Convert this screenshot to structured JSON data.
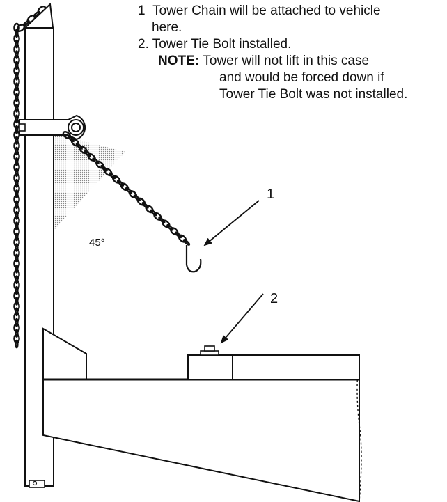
{
  "notes": {
    "item1_num": "1",
    "item1_line1": "Tower Chain will be attached to vehicle",
    "item1_line2": "here.",
    "item2": "2. Tower Tie Bolt installed.",
    "note_label": "NOTE:",
    "note_line1": "Tower will not lift in this case",
    "note_line2": "and would be forced down if",
    "note_line3": "Tower Tie Bolt was not installed."
  },
  "callouts": {
    "one": "1",
    "two": "2"
  },
  "angle_label": "45°",
  "colors": {
    "line": "#111111",
    "shade": "#bdbdbd"
  }
}
